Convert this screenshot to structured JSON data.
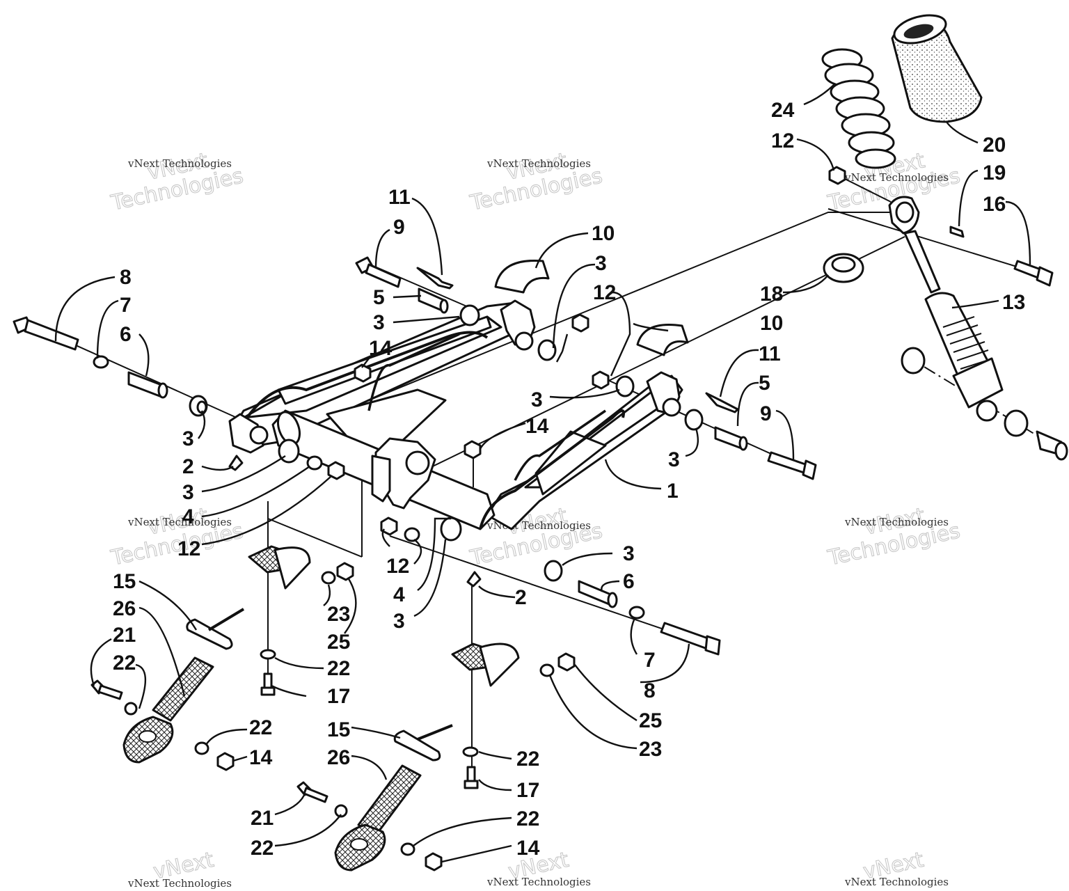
{
  "diagram": {
    "labels": {
      "l1": "1",
      "l2a": "2",
      "l2b": "2",
      "l3a": "3",
      "l3b": "3",
      "l3c": "3",
      "l3d": "3",
      "l3e": "3",
      "l3f": "3",
      "l3g": "3",
      "l3h": "3",
      "l4a": "4",
      "l4b": "4",
      "l5a": "5",
      "l5b": "5",
      "l6a": "6",
      "l6b": "6",
      "l7a": "7",
      "l7b": "7",
      "l8a": "8",
      "l8b": "8",
      "l9a": "9",
      "l9b": "9",
      "l10a": "10",
      "l10b": "10",
      "l11a": "11",
      "l11b": "11",
      "l12a": "12",
      "l12b": "12",
      "l12c": "12",
      "l12d": "12",
      "l13": "13",
      "l14a": "14",
      "l14b": "14",
      "l14c": "14",
      "l14d": "14",
      "l15a": "15",
      "l15b": "15",
      "l16": "16",
      "l17a": "17",
      "l17b": "17",
      "l18": "18",
      "l19": "19",
      "l20": "20",
      "l21a": "21",
      "l21b": "21",
      "l22a": "22",
      "l22b": "22",
      "l22c": "22",
      "l22d": "22",
      "l22e": "22",
      "l22f": "22",
      "l23a": "23",
      "l23b": "23",
      "l24": "24",
      "l25a": "25",
      "l25b": "25",
      "l26a": "26",
      "l26b": "26"
    },
    "watermark": {
      "brand": "vNext",
      "company": "Technologies",
      "small": "vNext Technologies"
    }
  }
}
